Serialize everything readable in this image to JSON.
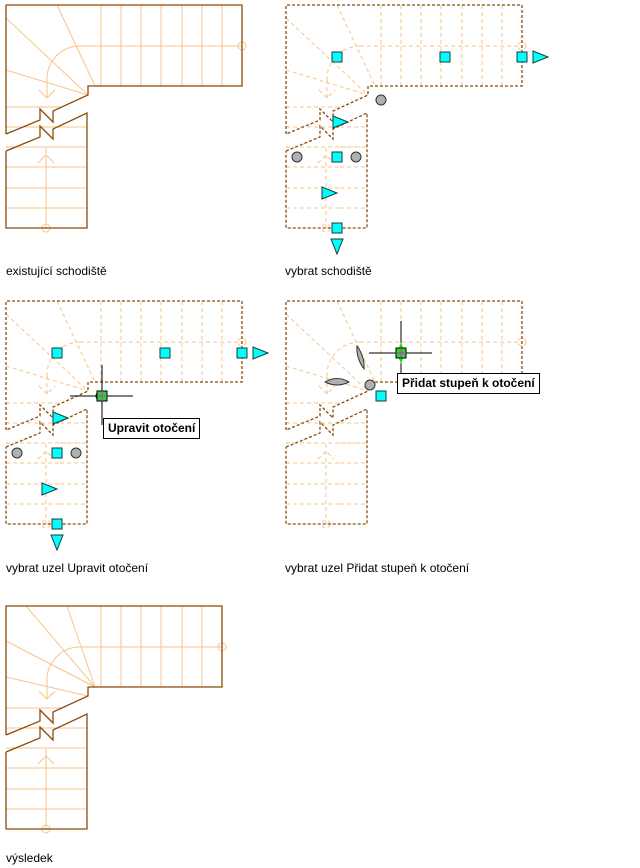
{
  "colors": {
    "outline": "#8B4A0A",
    "tread": "#F9C48A",
    "grip_square": "#00FFFF",
    "grip_circle": "#B0B0B0",
    "grip_selected": "#22DD22",
    "tooltip_border": "#000000"
  },
  "panels": [
    {
      "id": "existing",
      "caption": "existující schodiště",
      "state": "normal",
      "winder_risers": 3,
      "upper_flight_risers": 7
    },
    {
      "id": "select",
      "caption": "vybrat schodiště",
      "state": "selected",
      "winder_risers": 3,
      "upper_flight_risers": 7
    },
    {
      "id": "edit-winder",
      "caption": "vybrat uzel Upravit otočení",
      "state": "selected",
      "tooltip": "Upravit otočení",
      "winder_risers": 3,
      "upper_flight_risers": 7
    },
    {
      "id": "add-tread",
      "caption": "vybrat uzel Přidat stupeň k otočení",
      "state": "selected-winder",
      "tooltip": "Přidat stupeň k otočení",
      "winder_risers": 3,
      "upper_flight_risers": 7
    },
    {
      "id": "result",
      "caption": "výsledek",
      "state": "normal",
      "winder_risers": 4,
      "upper_flight_risers": 6
    }
  ],
  "icons": {
    "grip_square": "square-grip-icon",
    "grip_arrow": "triangle-grip-icon",
    "grip_circle": "circle-grip-icon",
    "crosshair": "crosshair-cursor-icon",
    "lens": "lens-grip-icon"
  }
}
